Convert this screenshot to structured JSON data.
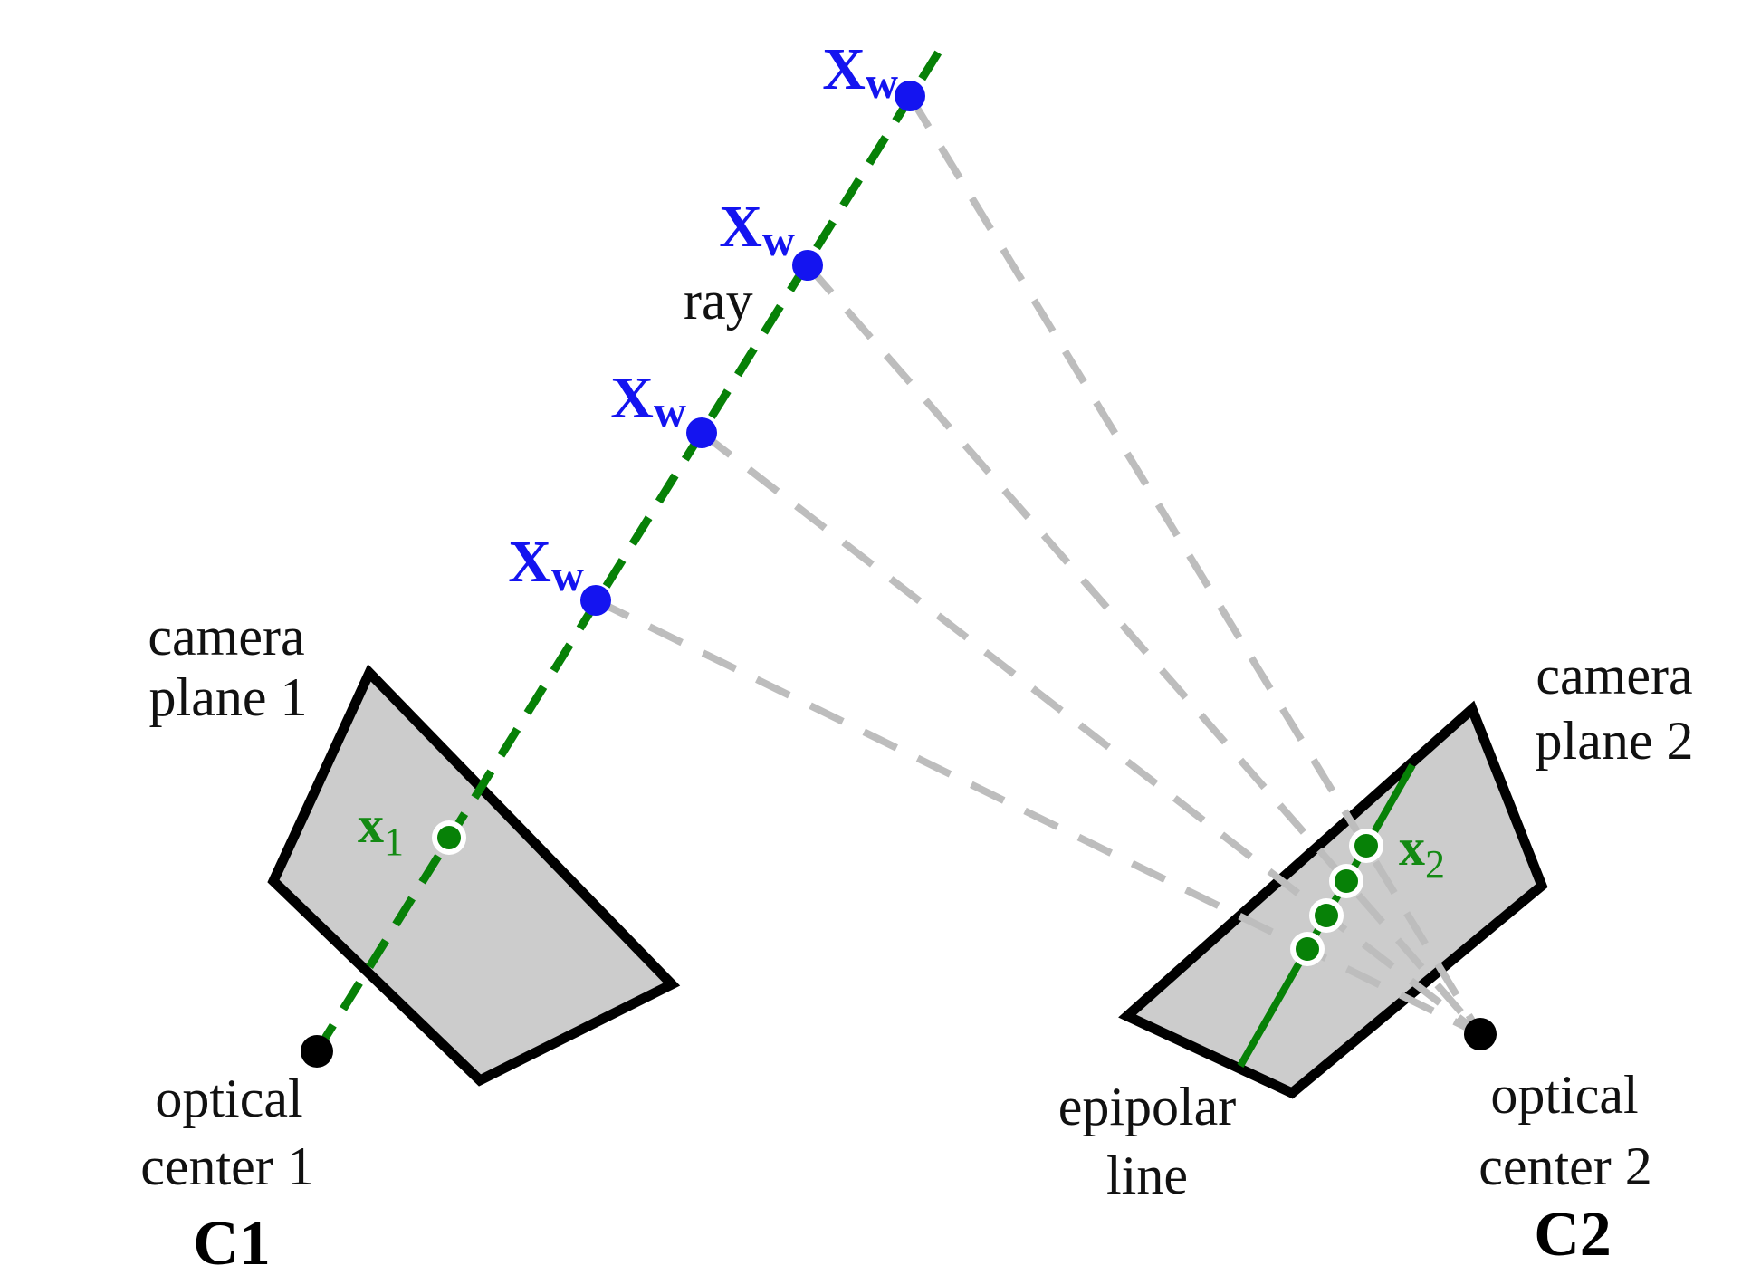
{
  "figure": {
    "description": "Epipolar geometry diagram with two camera planes, a back-projected ray with candidate world points, and the corresponding epipolar line"
  },
  "labels": {
    "xw": {
      "base": "X",
      "sub": "w"
    },
    "ray": "ray",
    "camera_plane_1": [
      "camera",
      "plane 1"
    ],
    "optical_center_1": [
      "optical",
      "center 1"
    ],
    "c1": "C1",
    "camera_plane_2": [
      "camera",
      "plane 2"
    ],
    "optical_center_2": [
      "optical",
      "center 2"
    ],
    "c2": "C2",
    "epipolar_line": [
      "epipolar",
      "line"
    ],
    "x1": {
      "base": "x",
      "sub": "1"
    },
    "x2": {
      "base": "x",
      "sub": "2"
    }
  },
  "colors": {
    "blue": "#1414f0",
    "green": "#078107",
    "green_label": "#138a13",
    "epipolar_label_green": "#1b9e1b",
    "gray_dash": "#bdbdbd",
    "gray_text": "#ababab",
    "plane_fill": "#cccccc",
    "black": "#000000"
  }
}
